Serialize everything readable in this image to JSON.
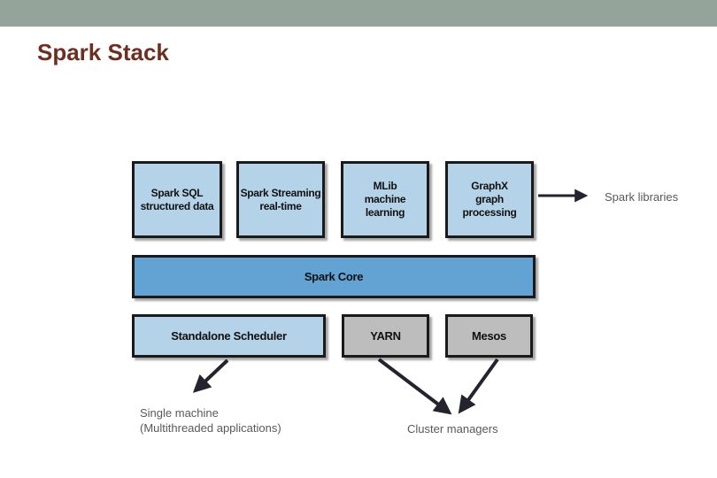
{
  "slide": {
    "title": "Spark Stack"
  },
  "colors": {
    "header_bar": "#94a49b",
    "title": "#6e2f20",
    "box_light_blue": "#b5d3e8",
    "box_core_blue": "#62a3d4",
    "box_gray": "#bdbdbd",
    "box_border": "#1a1a1a",
    "annotation_text": "#595959",
    "arrow": "#23242e"
  },
  "diagram": {
    "top_row": [
      {
        "title": "Spark SQL",
        "subtitle": "structured data"
      },
      {
        "title": "Spark Streaming",
        "subtitle": "real-time"
      },
      {
        "title": "MLib",
        "subtitle": "machine learning"
      },
      {
        "title": "GraphX",
        "subtitle": "graph processing"
      }
    ],
    "core": {
      "label": "Spark Core"
    },
    "bottom_row": [
      {
        "label": "Standalone Scheduler"
      },
      {
        "label": "YARN"
      },
      {
        "label": "Mesos"
      }
    ],
    "annotations": {
      "spark_libraries": "Spark libraries",
      "single_machine_line1": "Single machine",
      "single_machine_line2": "(Multithreaded applications)",
      "cluster_managers": "Cluster managers"
    }
  }
}
